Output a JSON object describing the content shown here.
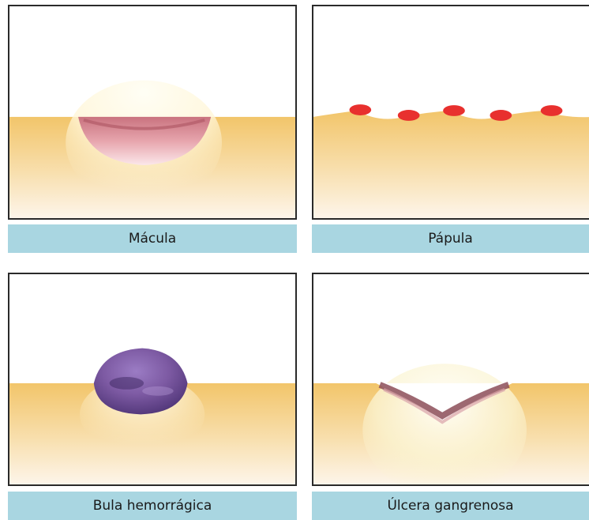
{
  "panels": [
    {
      "label": "Mácula"
    },
    {
      "label": "Pápula"
    },
    {
      "label": "Bula hemorrágica"
    },
    {
      "label": "Úlcera gangrenosa"
    }
  ],
  "colors": {
    "skin_top": "#f2c56a",
    "skin_bottom": "#fdf5ea",
    "panel_border": "#2a2a2a",
    "caption_bg": "#a9d6e1",
    "macula": "#d9838e",
    "papula": "#e8302e",
    "bula": "#7d5aa3",
    "ulcera": "#c9858a"
  }
}
